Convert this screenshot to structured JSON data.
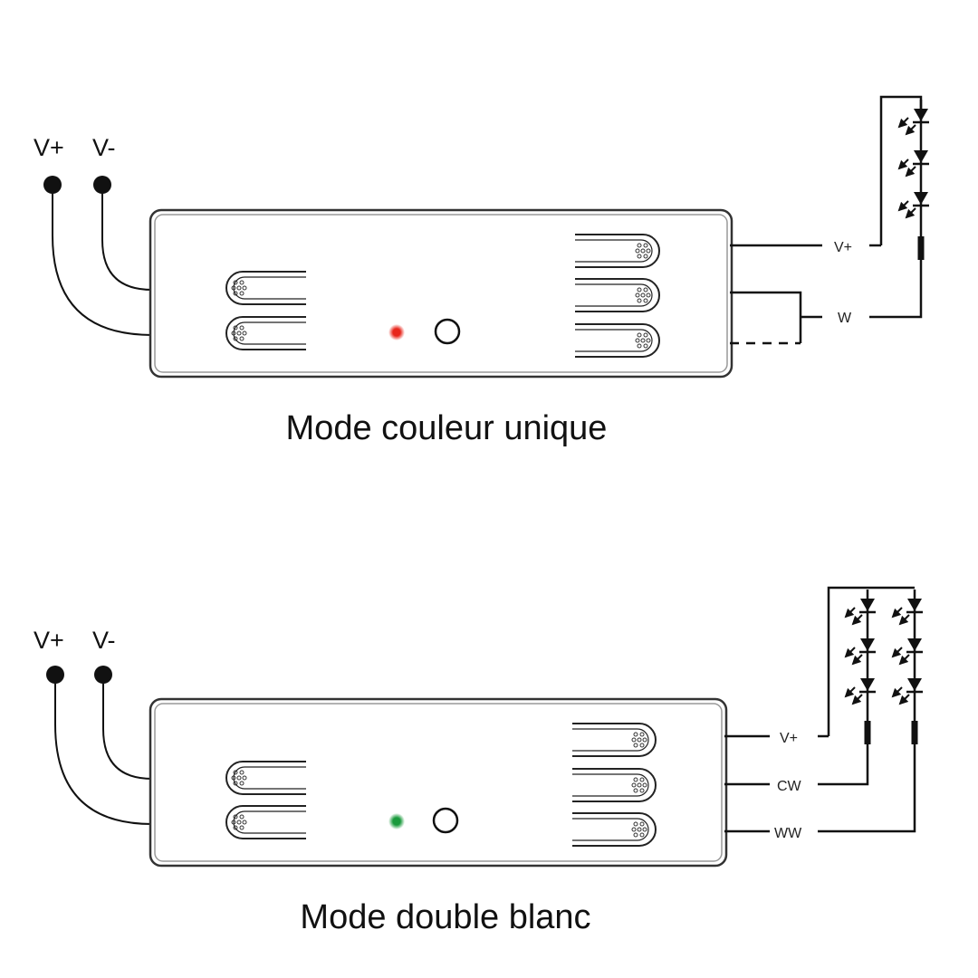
{
  "diagrams": [
    {
      "id": "single",
      "title": "Mode couleur unique",
      "input_terminals": [
        "V+",
        "V-"
      ],
      "output_labels": [
        "V+",
        "W"
      ],
      "indicator_color": "#e8261c",
      "led_strings": 1,
      "leds_per_string": 3
    },
    {
      "id": "dual",
      "title": "Mode double blanc",
      "input_terminals": [
        "V+",
        "V-"
      ],
      "output_labels": [
        "V+",
        "CW",
        "WW"
      ],
      "indicator_color": "#1a9a3c",
      "led_strings": 2,
      "leds_per_string": 3
    }
  ],
  "colors": {
    "stroke": "#111111",
    "body_outline": "#555555",
    "background": "#ffffff"
  }
}
